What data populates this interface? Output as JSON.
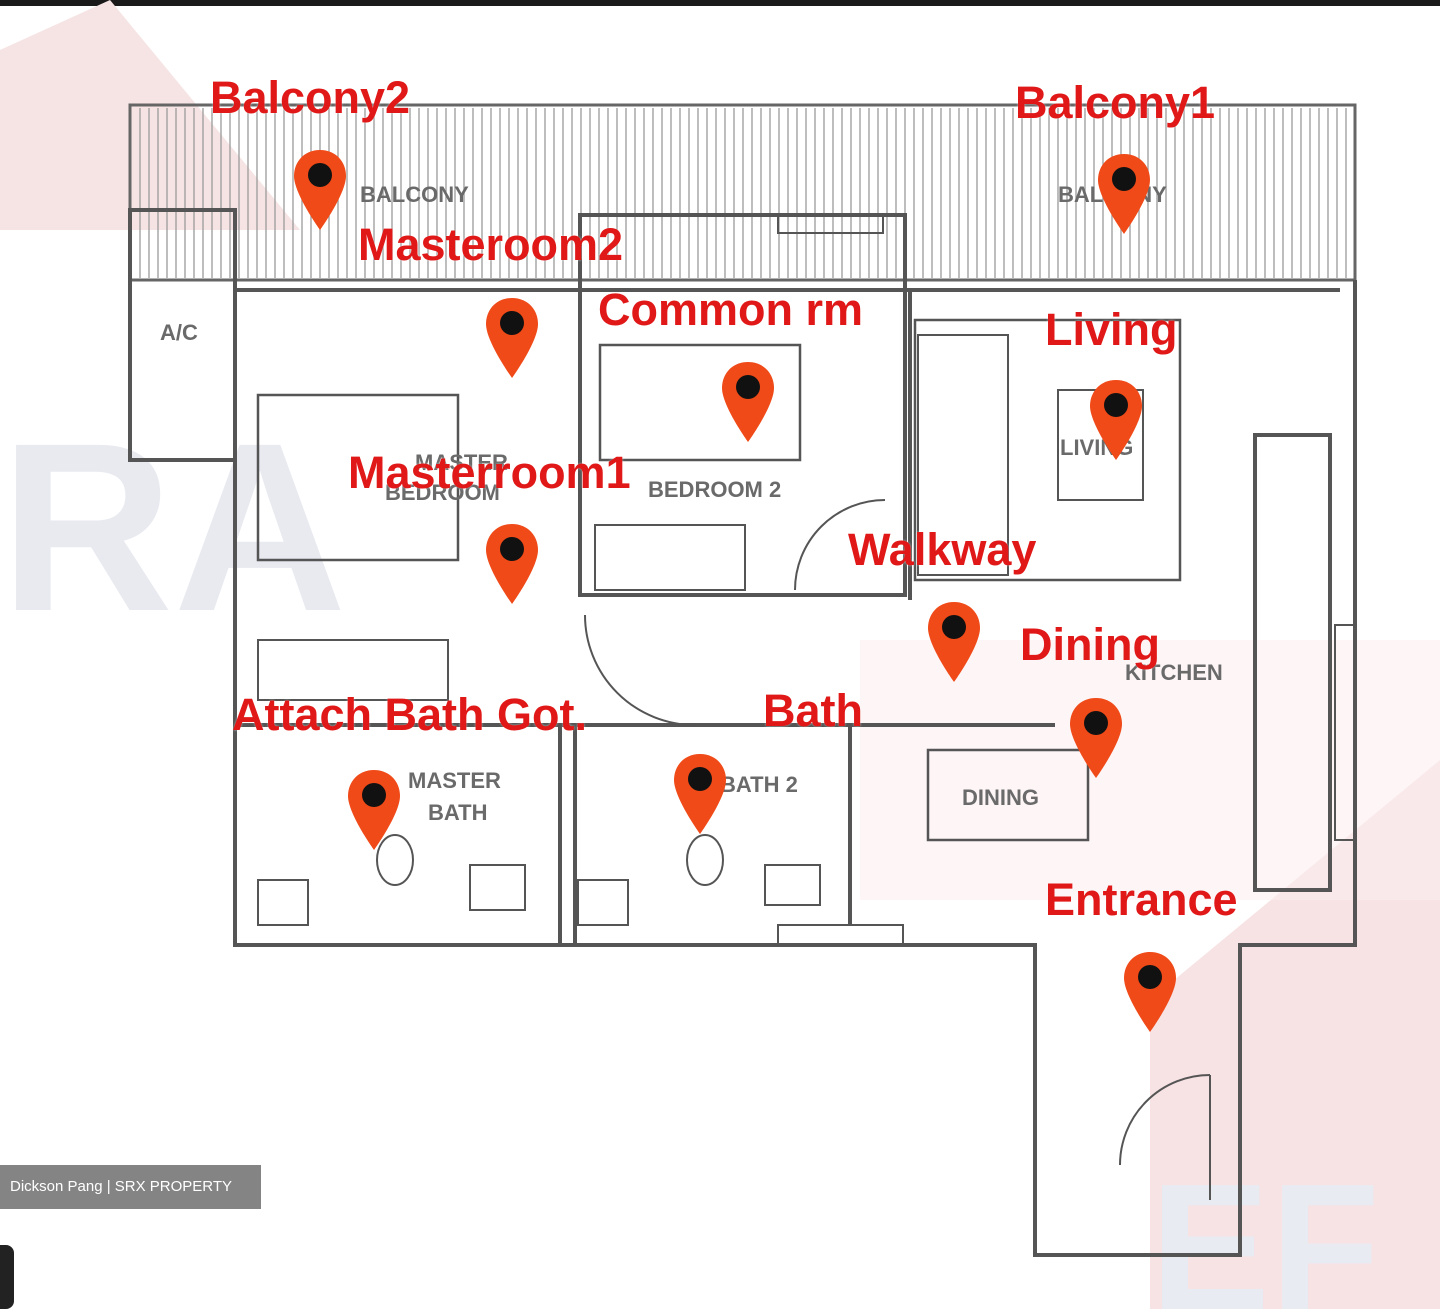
{
  "plan_labels": {
    "balcony2": "Balcony2",
    "balcony1": "Balcony1",
    "masteroom2": "Masteroom2",
    "common_rm": "Common rm",
    "living": "Living",
    "masterroom1": "Masterroom1",
    "walkway": "Walkway",
    "dining": "Dining",
    "attach_bath": "Attach Bath Got.",
    "bath": "Bath",
    "entrance": "Entrance"
  },
  "room_text": {
    "balcony_left": "BALCONY",
    "balcony_right": "BALCONY",
    "ac": "A/C",
    "master_bedroom_1": "MASTER",
    "master_bedroom_2": "BEDROOM",
    "bedroom2": "BEDROOM 2",
    "living": "LIVING",
    "kitchen": "KITCHEN",
    "master_bath_1": "MASTER",
    "master_bath_2": "BATH",
    "bath2": "BATH 2",
    "dining": "DINING"
  },
  "credit": "Dickson Pang | SRX PROPERTY",
  "colors": {
    "label": "#e01818",
    "pin": "#f04a18",
    "pin_dot": "#111111",
    "wall": "#555555"
  },
  "pin_icon": "map-marker-icon"
}
